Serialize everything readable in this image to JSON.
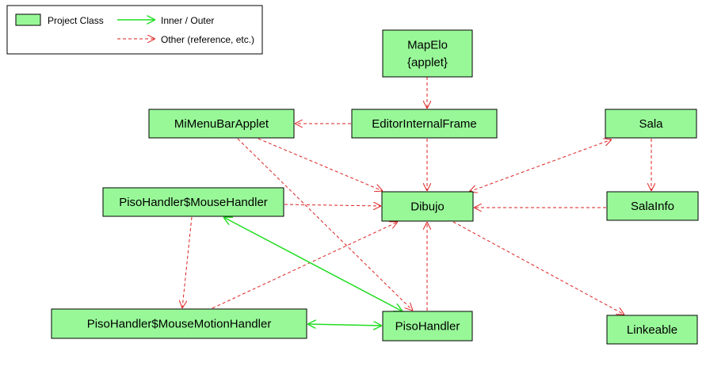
{
  "colors": {
    "class_fill": "#98f898",
    "inner_outer": "#22dd22",
    "other": "#dd2222"
  },
  "legend": {
    "project_class": "Project Class",
    "inner_outer": "Inner / Outer",
    "other": "Other (reference, etc.)"
  },
  "nodes": [
    {
      "id": "mapelo",
      "lines": [
        "MapElo",
        "{applet}"
      ]
    },
    {
      "id": "mimenubar",
      "lines": [
        "MiMenuBarApplet"
      ]
    },
    {
      "id": "editor",
      "lines": [
        "EditorInternalFrame"
      ]
    },
    {
      "id": "sala",
      "lines": [
        "Sala"
      ]
    },
    {
      "id": "mousehandler",
      "lines": [
        "PisoHandler$MouseHandler"
      ]
    },
    {
      "id": "dibujo",
      "lines": [
        "Dibujo"
      ]
    },
    {
      "id": "salainfo",
      "lines": [
        "SalaInfo"
      ]
    },
    {
      "id": "motionhandler",
      "lines": [
        "PisoHandler$MouseMotionHandler"
      ]
    },
    {
      "id": "pisohandler",
      "lines": [
        "PisoHandler"
      ]
    },
    {
      "id": "linkeable",
      "lines": [
        "Linkeable"
      ]
    }
  ],
  "edges": [
    {
      "from": "mapelo",
      "to": "editor",
      "kind": "other"
    },
    {
      "from": "editor",
      "to": "mimenubar",
      "kind": "other"
    },
    {
      "from": "editor",
      "to": "dibujo",
      "kind": "other"
    },
    {
      "from": "mimenubar",
      "to": "dibujo",
      "kind": "other"
    },
    {
      "from": "mimenubar",
      "to": "pisohandler",
      "kind": "other"
    },
    {
      "from": "mousehandler",
      "to": "dibujo",
      "kind": "other"
    },
    {
      "from": "mousehandler",
      "to": "motionhandler",
      "kind": "other"
    },
    {
      "from": "motionhandler",
      "to": "dibujo",
      "kind": "other"
    },
    {
      "from": "pisohandler",
      "to": "dibujo",
      "kind": "other"
    },
    {
      "from": "dibujo",
      "to": "sala",
      "kind": "other",
      "bidirectional": true
    },
    {
      "from": "sala",
      "to": "salainfo",
      "kind": "other"
    },
    {
      "from": "salainfo",
      "to": "dibujo",
      "kind": "other"
    },
    {
      "from": "dibujo",
      "to": "linkeable",
      "kind": "other"
    },
    {
      "from": "mousehandler",
      "to": "pisohandler",
      "kind": "inner",
      "bidirectional": true
    },
    {
      "from": "motionhandler",
      "to": "pisohandler",
      "kind": "inner",
      "bidirectional": true
    }
  ]
}
